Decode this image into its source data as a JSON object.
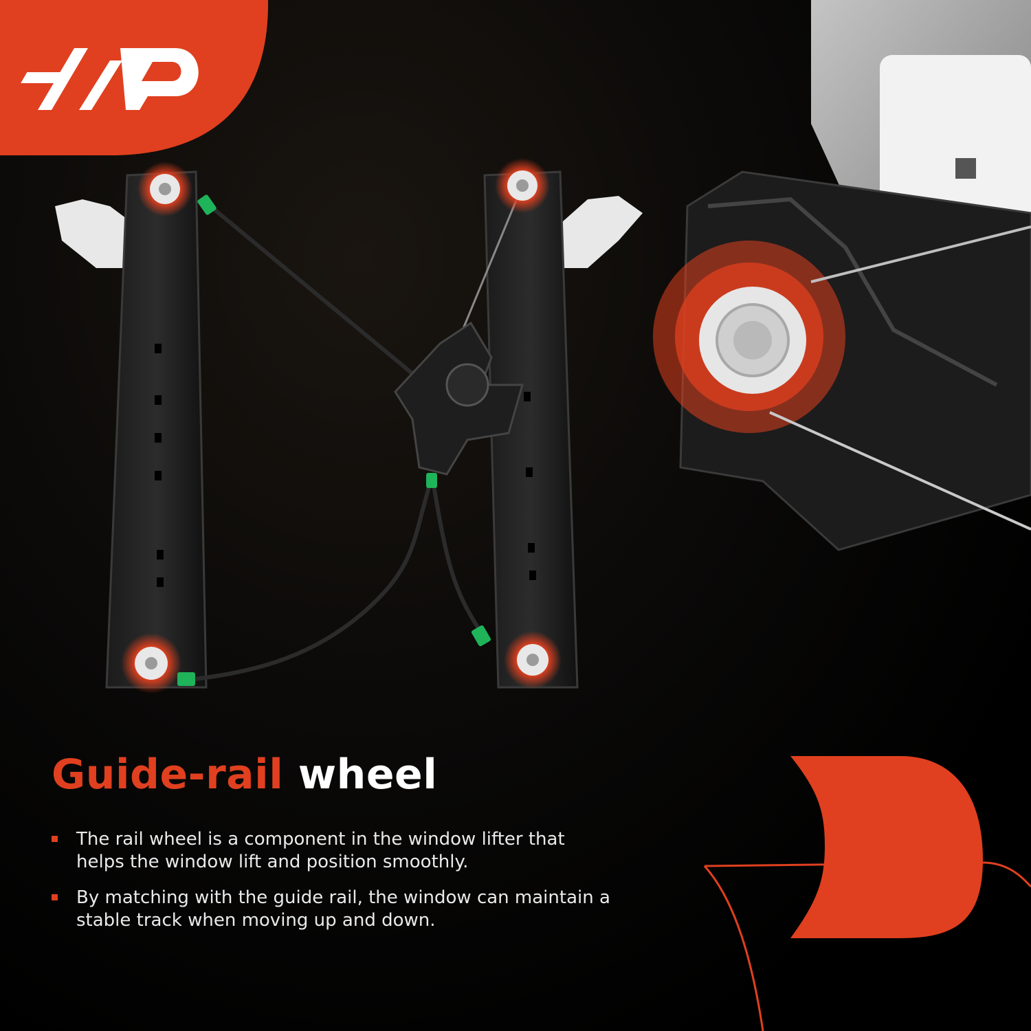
{
  "brand": {
    "logo_icon": "a-premium-logo",
    "accent_color": "#e0401f"
  },
  "headline": {
    "accent_text": "Guide-rail",
    "rest_text": "wheel"
  },
  "features": [
    {
      "text": "The rail wheel is a component in the window lifter that helps the window lift and position smoothly."
    },
    {
      "text": "By matching with the guide rail, the window can maintain a stable track when moving up and down."
    }
  ]
}
